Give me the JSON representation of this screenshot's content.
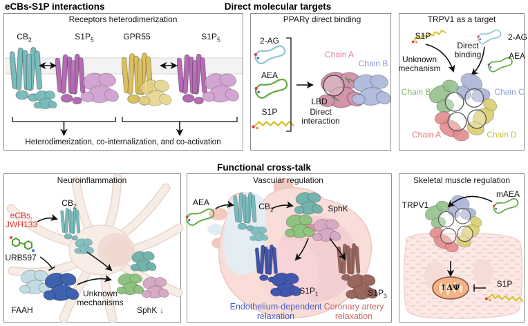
{
  "header": {
    "figure_title": "eCBs-S1P interactions",
    "top_section": "Direct molecular targets",
    "bottom_section": "Functional cross-talk"
  },
  "panel1": {
    "title": "Receptors heterodimerization",
    "receptors": [
      {
        "base": "CB",
        "sub": "2"
      },
      {
        "base": "S1P",
        "sub": "5"
      },
      {
        "base": "GPR55",
        "sub": ""
      },
      {
        "base": "S1P",
        "sub": "5"
      }
    ],
    "caption": "Heterodimerization, co-internalization, and co-activation"
  },
  "panel2": {
    "title": "PPARγ direct binding",
    "ligands": [
      "2-AG",
      "AEA",
      "S1P"
    ],
    "chain_a": "Chain A",
    "chain_b": "Chain B",
    "lbd": "LBD",
    "direct_interaction": "Direct interaction"
  },
  "panel3": {
    "title": "TRPV1 as a target",
    "s1p": "S1P",
    "two_ag": "2-AG",
    "aea": "AEA",
    "unknown_mechanism": "Unknown mechanism",
    "direct_binding": "Direct binding",
    "chain_a": "Chain A",
    "chain_b": "Chain B",
    "chain_c": "Chain C",
    "chain_d": "Chain D"
  },
  "panel4": {
    "title": "Neuroinflammation",
    "cb2": {
      "base": "CB",
      "sub": "2"
    },
    "agonists": "eCBs, JWH133",
    "urb597": "URB597",
    "faah": "FAAH",
    "unknown_mechanisms": "Unknown mechanisms",
    "sphk": "SphK",
    "sphk_arrow": "↓"
  },
  "panel5": {
    "title": "Vascular regulation",
    "aea": "AEA",
    "cb2": {
      "base": "CB",
      "sub": "2"
    },
    "sphk": "SphK",
    "s1p1": {
      "base": "S1P",
      "sub": "1"
    },
    "s1p3": {
      "base": "S1P",
      "sub": "3"
    },
    "endothelium": "Endothelium-dependent relaxation",
    "coronary": "Coronary artery relaxation"
  },
  "panel6": {
    "title": "Skeletal muscle regulation",
    "trpv1": "TRPV1",
    "maea": "mAEA",
    "delta_psi": "↑ΔΨ",
    "s1p": "S1P"
  },
  "colors": {
    "red_annotation": "#e23333",
    "chain_a_pink": "#e0799a",
    "chain_b_periwinkle": "#8c9bd8",
    "trpv1_chain_a_red": "#ef7272",
    "trpv1_chain_b_green": "#7cb464",
    "trpv1_chain_c_blue": "#8494cc",
    "trpv1_chain_d_yellow": "#c9bc3f",
    "endothelium_blue": "#4a5ec4",
    "coronary_red": "#cc6666",
    "cb2_teal": "#79bcbc",
    "s1p5_purple": "#b56cb5",
    "gpr55_yellow": "#dcc05e",
    "s1p_ligand_yellow": "#d6c531",
    "aea_green": "#66ad47",
    "two_ag_cyan": "#8ec3d2",
    "s1p1_blue": "#4156ae",
    "s1p3_brown": "#99675e"
  }
}
